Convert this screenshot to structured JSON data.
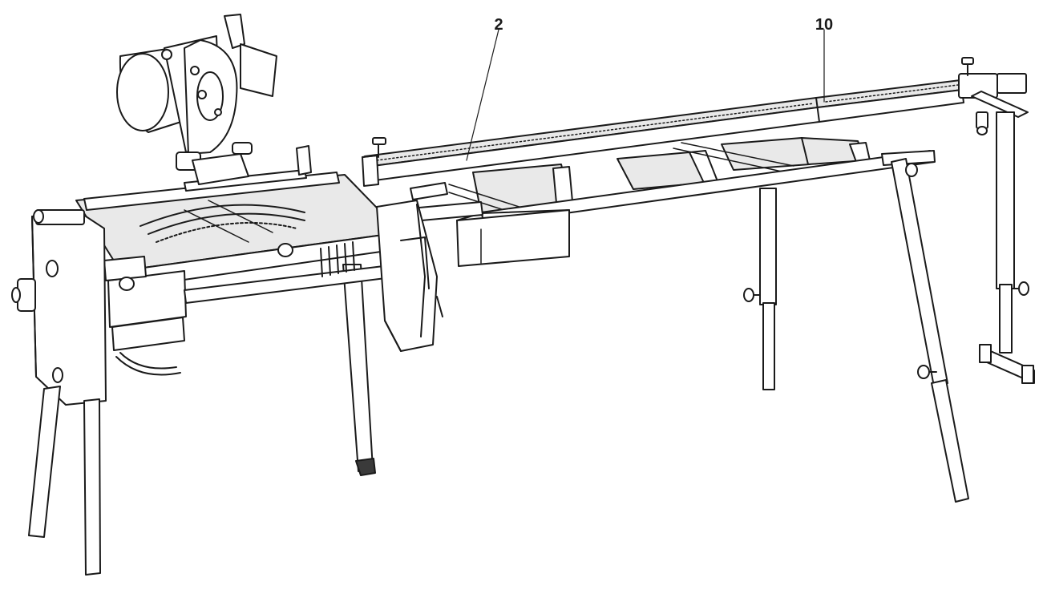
{
  "figure": {
    "callouts": [
      {
        "id": "callout-2",
        "label": "2"
      },
      {
        "id": "callout-10",
        "label": "10"
      }
    ]
  },
  "colors": {
    "line": "#1a1a1a",
    "fill": "#ffffff",
    "shade": "#e9e9e9",
    "dark": "#3a3a3a"
  }
}
